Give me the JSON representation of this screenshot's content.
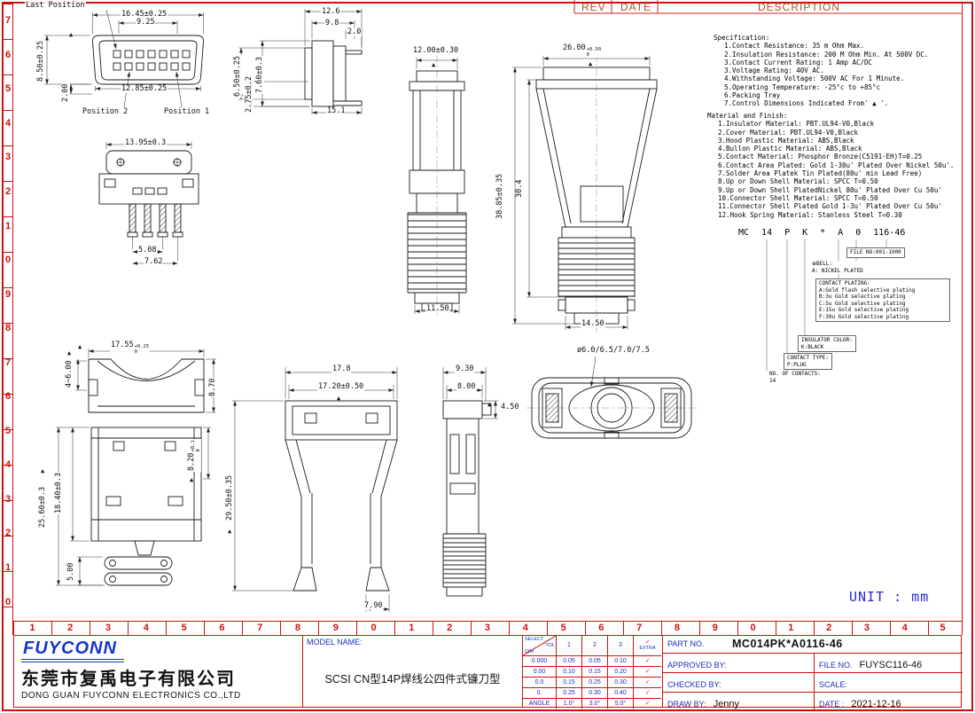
{
  "rev_header": {
    "rev": "REV",
    "date": "DATE",
    "description": "DESCRIPTION"
  },
  "rulers": {
    "left": [
      "7",
      "6",
      "5",
      "4",
      "3",
      "2",
      "1",
      "0",
      "9",
      "8",
      "7",
      "6",
      "5",
      "4",
      "3",
      "2",
      "1",
      "0"
    ],
    "bottom": [
      "1",
      "2",
      "3",
      "4",
      "5",
      "6",
      "7",
      "8",
      "9",
      "0",
      "1",
      "2",
      "3",
      "4",
      "5",
      "6",
      "7",
      "8",
      "9",
      "0",
      "1",
      "2",
      "3",
      "4",
      "5"
    ]
  },
  "spec": {
    "title": "Specification:",
    "lines": [
      "1.Contact Resistance: 35 m Ohm Max.",
      "2.Insulation Resistance: 200 M Ohm Min. At 500V DC.",
      "3.Contact Current Rating: 1 Amp AC/DC",
      "3.Voltage Rating: 40V AC.",
      "4.Withstanding Voltage: 500V AC For 1 Minute.",
      "5.Operating Temperature: -25°c to +85°c",
      "6.Packing Tray",
      "7.Control Dimensions Indicated From' ▲ '."
    ]
  },
  "material": {
    "title": "Material and Finish:",
    "lines": [
      "1.Insulator Material: PBT.UL94-V0,Black",
      "2.Cover Material: PBT.UL94-V0,Black",
      "3.Hood Plastic Material: ABS,Black",
      "4.Bullon Plastic Material: ABS,Black",
      "5.Contact Material: Phosphor Bronze(C5191-EH)T=0.25",
      "6.Contact Area Plated: Gold 1-30u' Plated  Over Nickel 50u'.",
      "7.Solder Area Platek Tin Plated(80u' min Lead Free)",
      "8.Up or Down Shell Material: SPCC T=0.50",
      "9.Up or Down Shell PlatedNickel 80u' Plated  Over Cu 50u'",
      "10.Connector Shell Material: SPCC T=0.50",
      "11.Connector Shell Plated Gold 1-3u' Plated  Over Cu 50u'",
      "12.Hook Spring Material: Stanless Steel T=0.30"
    ]
  },
  "part_code": {
    "segments": [
      "MC",
      "14",
      "P",
      "K",
      "*",
      "A",
      "0",
      "116-46"
    ],
    "file_no_box": "FILE NO:001-1000",
    "bell_title": "※BELL:",
    "bell_value": "A: NICKEL PLATED",
    "plating_title": "CONTACT PLATING:",
    "plating_options": [
      "A:Gold flash selective plating",
      "B:3u Gold selective plating",
      "C:5u Gold selective plating",
      "E:15u Gold selective plating",
      "F:30u Gold selective plating"
    ],
    "insulator_title": "INSULATOR COLOR:",
    "insulator_value": "K:BLACK",
    "contact_type_title": "CONTACT TYPE:",
    "contact_type_value": "P:PLUG",
    "contacts_title": "NO. OF CONTACTS:",
    "contacts_value": "14"
  },
  "dims": {
    "marker": "▲",
    "last_position": "Last Position",
    "position1": "Position 1",
    "position2": "Position 2",
    "d1645": "16.45±0.25",
    "d925": "9.25",
    "d850": "8.50±0.25",
    "d200": "2.00",
    "d1285": "12.85±0.25",
    "d126": "12.6",
    "d98": "9.8",
    "d20": "2.0",
    "d760": "7.60±0.3",
    "d650": "6.50±0.25",
    "d275": "2.75±0.2",
    "d151": "15.1",
    "d1395": "13.95±0.3",
    "d508": "5.08",
    "d762": "7.62",
    "d1200": "12.00±0.30",
    "d1150": "11.50",
    "d2600": {
      "v": "26.00",
      "t": "+0.50",
      "b": "0"
    },
    "d3885": "38.85±0.35",
    "d304": "30.4",
    "d1450": "14.50",
    "d1755": {
      "v": "17.55",
      "t": "+0.25",
      "b": "0"
    },
    "d46": "4~6.00",
    "d870": "8.70",
    "d2560": "25.60±0.3",
    "d1840": "18.40±0.3",
    "d500": "5.00",
    "d820": {
      "v": "8.20",
      "t": "+0.1",
      "b": "0"
    },
    "d178": "17.8",
    "d1720": "17.20±0.50",
    "d2950": "29.50±0.35",
    "d790": "7.90",
    "d930": "9.30",
    "d800": "8.00",
    "d450": "4.50",
    "dphi": "ø6.0/6.5/7.0/7.5"
  },
  "unit_label": "UNIT : mm",
  "title_block": {
    "logo_text": "FUYCONN",
    "company_cn": "东莞市复禹电子有限公司",
    "company_en": "DONG GUAN FUYCONN ELECTRONICS CO.,LTD",
    "model_label": "MODEL NAME:",
    "model_value": "SCSI CN型14P焊线公四件式镰刀型",
    "tol": {
      "select": "SELECT",
      "dim": "DIM",
      "tol": "TOL",
      "cols": [
        "1",
        "2",
        "3",
        "EXTRA"
      ],
      "check": "✓",
      "rows": [
        [
          "0.000",
          "0.05",
          "0.05",
          "0.10"
        ],
        [
          "0.00",
          "0.10",
          "0.15",
          "0.20"
        ],
        [
          "0.0",
          "0.15",
          "0.25",
          "0.30"
        ],
        [
          "0.",
          "0.25",
          "0.30",
          "0.40"
        ],
        [
          "ANGLE",
          "1.0°",
          "3.0°",
          "5.0°"
        ]
      ]
    },
    "part_no_label": "PART NO.",
    "part_no_value": "MC014PK*A0116-46",
    "approved_label": "APPROVED BY:",
    "checked_label": "CHECKED BY:",
    "draw_label": "DRAW BY:",
    "draw_value": "Jenny",
    "file_label": "FILE NO.",
    "file_value": "FUYSC116-46",
    "scale_label": "SCALE:",
    "date_label": "DATE :",
    "date_value": "2021-12-16"
  },
  "colors": {
    "frame_red": "#cc1111",
    "label_blue": "#1a2fb8",
    "logo_blue": "#1535cf",
    "rev_brown": "#b3502a",
    "unit_blue": "#2a2ac8"
  }
}
